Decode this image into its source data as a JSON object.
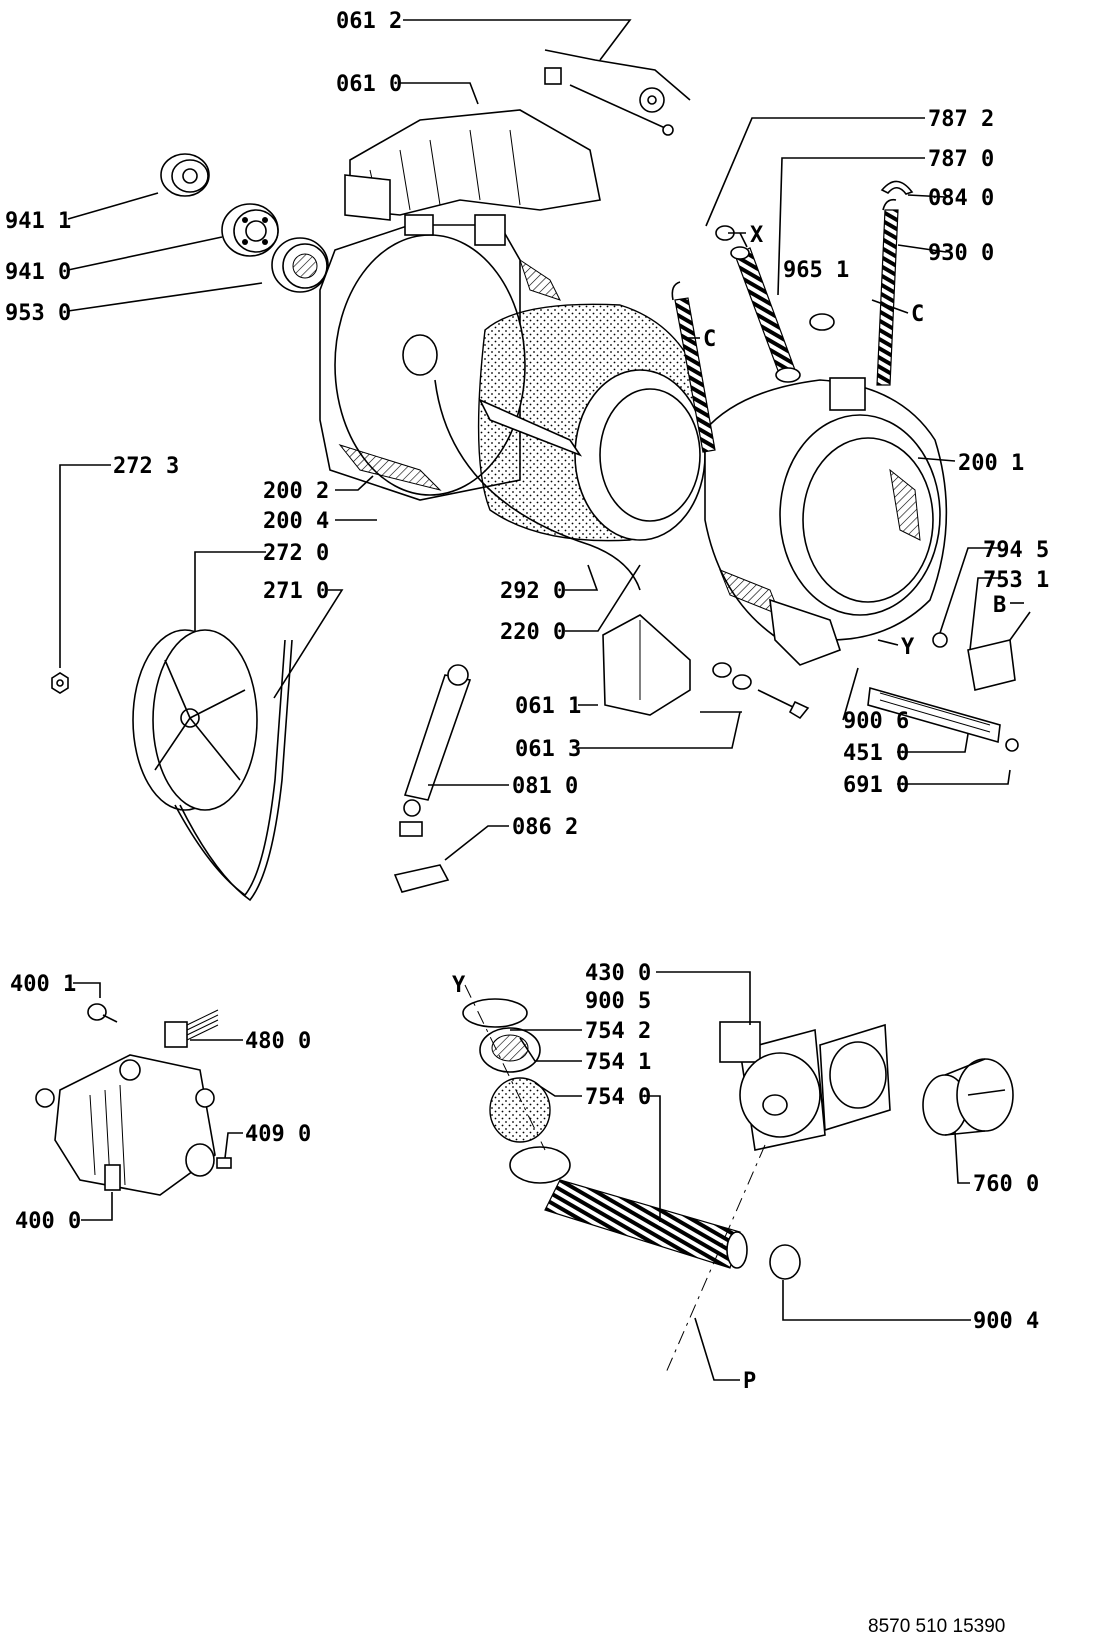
{
  "labels": {
    "l0612": "061 2",
    "l0610": "061 0",
    "l9411": "941 1",
    "l9410": "941 0",
    "l9530": "953 0",
    "l7872": "787 2",
    "l7870": "787 0",
    "l0840": "084 0",
    "lX": "X",
    "l9651": "965 1",
    "l9300": "930 0",
    "lC1": "C",
    "lC2": "C",
    "l2723": "272 3",
    "l2002": "200 2",
    "l2004": "200 4",
    "l2720": "272 0",
    "l2710": "271 0",
    "l2001": "200 1",
    "l7945": "794 5",
    "l7531": "753 1",
    "lB": "B",
    "lY1": "Y",
    "l2920": "292 0",
    "l2200": "220 0",
    "l0611": "061 1",
    "l0613": "061 3",
    "l9006": "900 6",
    "l4510": "451 0",
    "l6910": "691 0",
    "l0810": "081 0",
    "l0862": "086 2",
    "l4001": "400 1",
    "l4800": "480 0",
    "l4090": "409 0",
    "l4000": "400 0",
    "l4300": "430 0",
    "lY2": "Y",
    "l9005": "900 5",
    "l7542": "754 2",
    "l7541": "754 1",
    "l7540": "754 0",
    "l7600": "760 0",
    "l9004": "900 4",
    "lP": "P"
  },
  "footer": {
    "doc_number": "8570 510 15390"
  }
}
